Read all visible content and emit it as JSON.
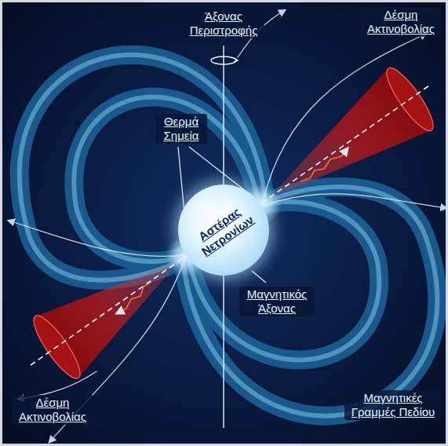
{
  "diagram": {
    "nodes": [
      {
        "text": [
          "Αστέρας Νετρονίων"
        ]
      }
    ],
    "labels": [
      "Άξονας Περιστροφής",
      "Δέσμη Ακτινοβολίας",
      "Θερμά Σημεία",
      "Μαγνητικός Άξονας",
      "Δέσμη Ακτινοβολίας",
      "Μαγνητικές Γραμμές Πεδίου"
    ]
  }
}
